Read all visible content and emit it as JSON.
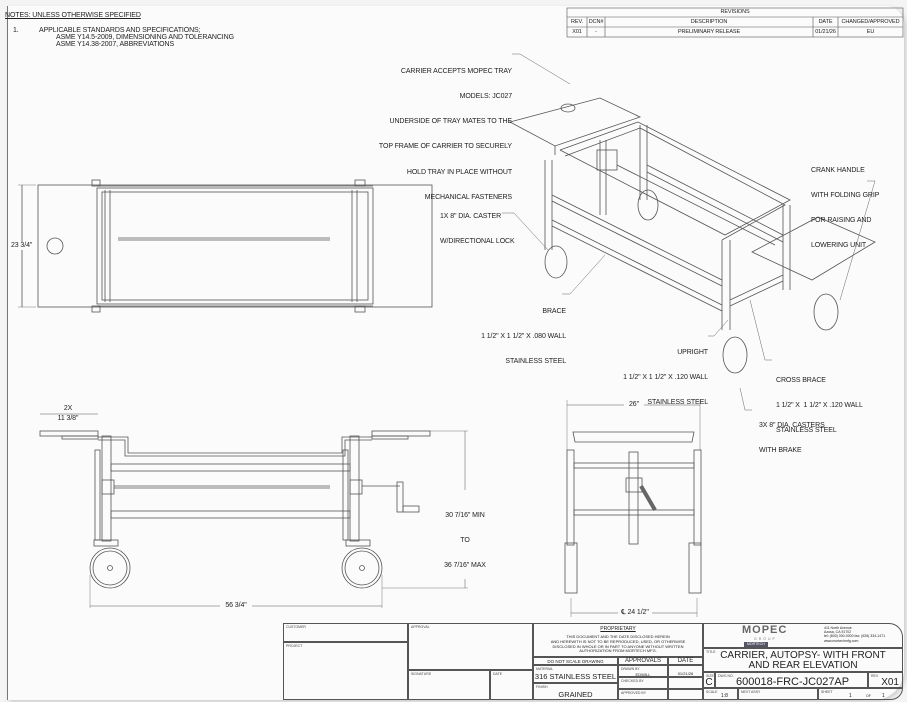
{
  "notes": {
    "heading": "NOTES: UNLESS OTHERWISE SPECIFIED",
    "item_number": "1.",
    "item_title": "APPLICABLE STANDARDS AND SPECIFICATIONS;",
    "item_lines": [
      "ASME Y14.5-2009, DIMENSIONING AND TOLERANCING",
      "ASME Y14.38-2007, ABBREVIATIONS"
    ]
  },
  "revisions": {
    "title": "REVISIONS",
    "headers": [
      "REV.",
      "DCN#",
      "DESCRIPTION",
      "DATE",
      "CHANGED/APPROVED"
    ],
    "rows": [
      [
        "X01",
        "-",
        "PRELIMINARY RELEASE",
        "01/21/26",
        "EU"
      ]
    ]
  },
  "callouts": {
    "tray": [
      "CARRIER ACCEPTS MOPEC TRAY",
      "MODELS: JC027",
      "UNDERSIDE OF TRAY MATES TO THE",
      "TOP FRAME OF CARRIER TO SECURELY",
      "HOLD TRAY IN PLACE WITHOUT",
      "MECHANICAL FASTENERS"
    ],
    "caster_lock": [
      "1X 8\" DIA. CASTER",
      "W/DIRECTIONAL LOCK"
    ],
    "crank": [
      "CRANK HANDLE",
      "WITH FOLDING GRIP",
      "FOR RAISING AND",
      "LOWERING UNIT"
    ],
    "brace": [
      "BRACE",
      "1 1/2\" X 1 1/2\" X .080 WALL",
      "STAINLESS STEEL"
    ],
    "upright": [
      "UPRIGHT",
      "1 1/2\" X 1 1/2\" X .120 WALL",
      "STAINLESS STEEL"
    ],
    "cross_brace": [
      "CROSS BRACE",
      "1 1/2\" X  1 1/2\" X .120 WALL",
      "STAINLESS STEEL"
    ],
    "casters_brake": [
      "3X 8\" DIA. CASTERS",
      "WITH BRAKE"
    ]
  },
  "dimensions": {
    "top_width": "23 3/4\"",
    "tray_qty": "2X",
    "tray_len": "11 3/8\"",
    "height": [
      "30 7/16\" MIN",
      "TO",
      "36 7/16\" MAX"
    ],
    "length": "56 3/4\"",
    "end_width": "26\"",
    "caster_track": "℄ 24 1/2\""
  },
  "title_block": {
    "customer_label": "CUSTOMER",
    "project_label": "PROJECT",
    "approval_label": "APPROVAL",
    "signature_label": "SIGNATURE",
    "date_label": "DATE",
    "proprietary_title": "PROPRIETARY",
    "proprietary_text": [
      "THIS DOCUMENT AND THE DATE DISCLOSED HEREIN",
      "AND HEREWITH IS NOT TO BE REPRODUCED, USED, OR OTHERWISE",
      "DISCLOSED IN WHOLE OR IN PART TO ANYONE WITHOUT WRITTEN",
      "AUTHORIZATION FROM MORTECH MFG."
    ],
    "do_not_scale": "DO NOT SCALE DRAWING",
    "approvals": "APPROVALS",
    "approvals_date": "DATE",
    "material_label": "MATERIAL",
    "material": "316 STAINLESS STEEL",
    "finish_label": "FINISH",
    "finish": "GRAINED",
    "drawn_by_label": "DRAWN BY",
    "drawn_by": "EDWILL",
    "drawn_date": "01/21/26",
    "checked_by_label": "CHECKED BY",
    "approved_by_label": "APPROVED BY",
    "logo": "MOPEC",
    "logo_sub": "GROUP",
    "logo_sub2": "MORTECH",
    "address": [
      "411 North Avenue",
      "Azusa, CA 91702",
      "tel: (800) 000-0000  fax: (626) 334-1471",
      "www.mortechmfg.com"
    ],
    "title_label": "TITLE",
    "title": [
      "CARRIER, AUTOPSY- WITH FRONT",
      "AND REAR ELEVATION"
    ],
    "size_label": "SIZE",
    "size": "C",
    "dwg_label": "DWG NO.",
    "dwg_no": "600018-FRC-JC027AP",
    "rev_label": "REV",
    "rev": "X01",
    "scale_label": "SCALE",
    "scale": "1:8",
    "next_assy_label": "NEXT ASSY",
    "sheet_label": "SHEET",
    "sheet": "1",
    "of_label": "OF",
    "of": "1"
  }
}
